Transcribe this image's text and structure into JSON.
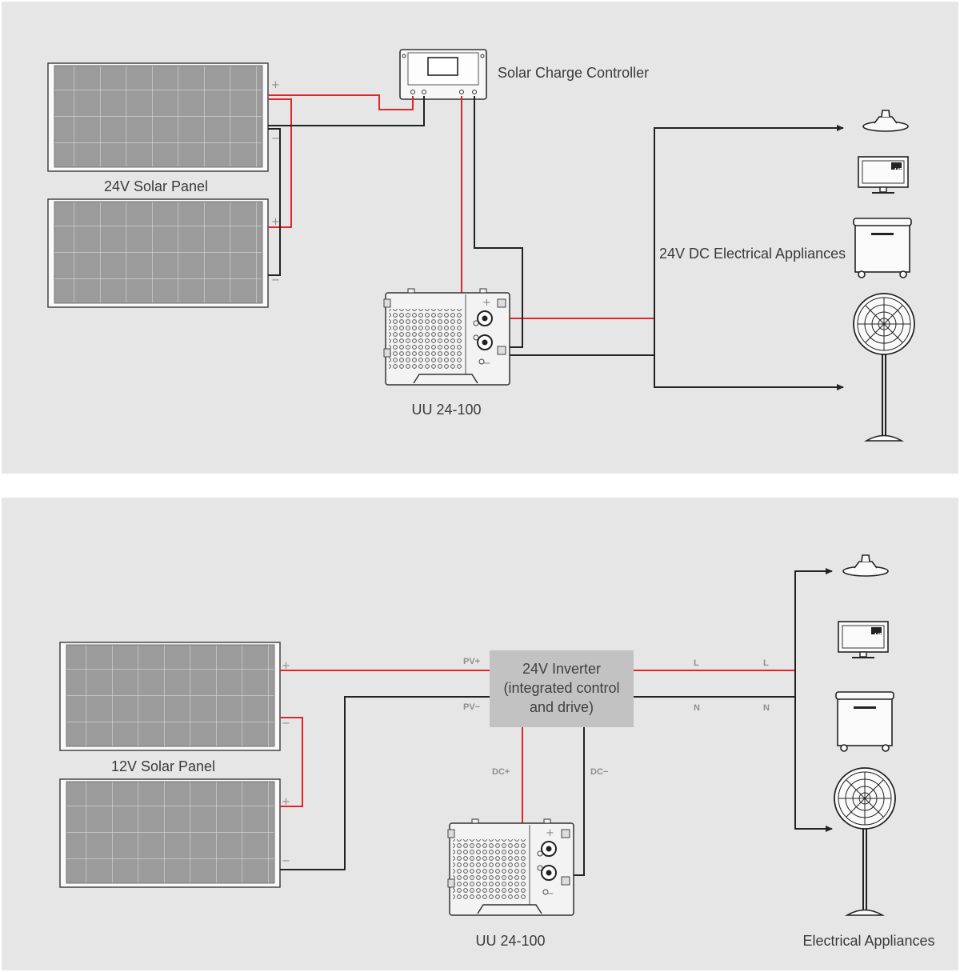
{
  "top": {
    "panel_label": "24V Solar  Panel",
    "controller_label": "Solar Charge Controller",
    "battery_label": "UU 24-100",
    "appliances_label": "24V DC Electrical Appliances"
  },
  "bottom": {
    "panel_label": "12V Solar  Panel",
    "inverter_line1": "24V Inverter",
    "inverter_line2": "(integrated control",
    "inverter_line3": "and drive)",
    "battery_label": "UU 24-100",
    "appliances_label": "Electrical Appliances",
    "pv_plus": "PV+",
    "pv_minus": "PV−",
    "dc_plus": "DC+",
    "dc_minus": "DC−",
    "l_left": "L",
    "l_right": "L",
    "n_left": "N",
    "n_right": "N"
  },
  "symbols": {
    "plus": "+",
    "minus": "−",
    "hd": "HD"
  },
  "colors": {
    "positive": "#e0262b",
    "negative": "#222222",
    "background": "#e6e6e6",
    "inverter_box": "#c2c2c2"
  }
}
